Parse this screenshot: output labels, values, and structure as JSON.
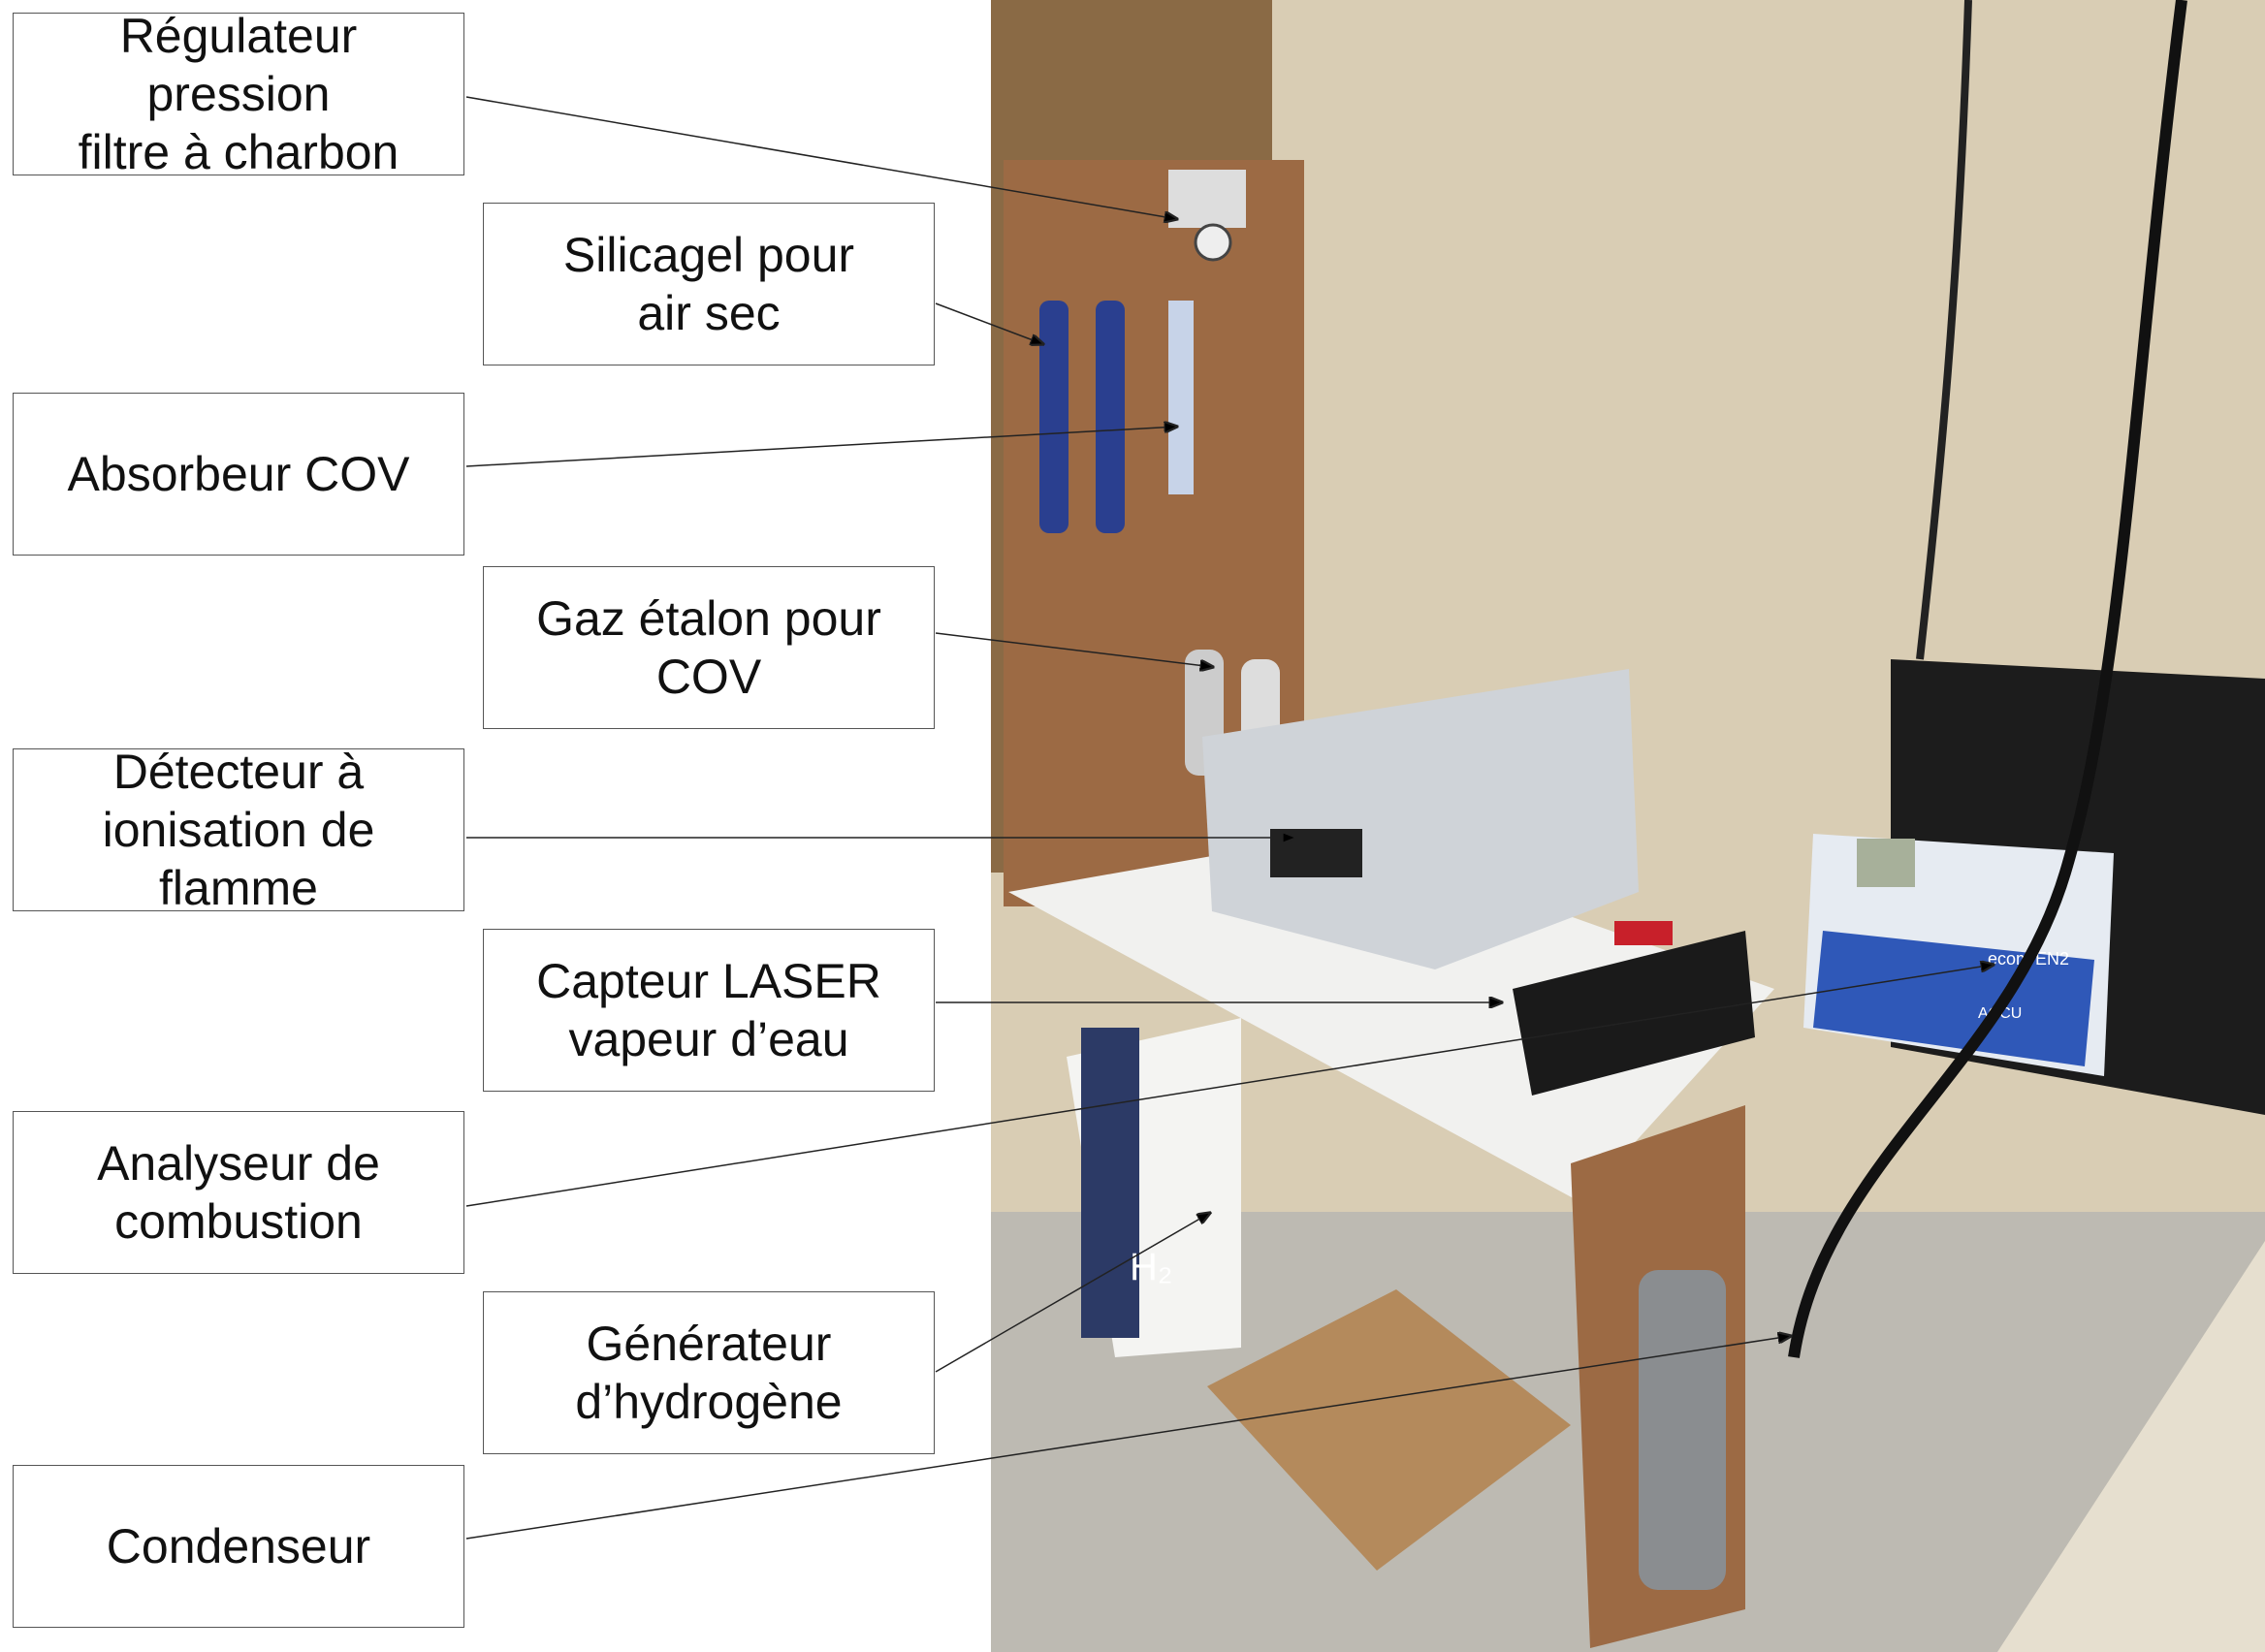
{
  "labels": [
    {
      "id": "regulateur",
      "text": "Régulateur\npression\nfiltre à charbon"
    },
    {
      "id": "silicagel",
      "text": "Silicagel pour\nair sec"
    },
    {
      "id": "absorbeur",
      "text": "Absorbeur COV"
    },
    {
      "id": "gaz-etalon",
      "text": "Gaz étalon pour\nCOV"
    },
    {
      "id": "fid",
      "text": "Détecteur à\nionisation de\nflamme"
    },
    {
      "id": "laser",
      "text": "Capteur LASER\nvapeur d’eau"
    },
    {
      "id": "analyseur",
      "text": "Analyseur de\ncombustion"
    },
    {
      "id": "generateur",
      "text": "Générateur\nd’hydrogène"
    },
    {
      "id": "condenseur",
      "text": "Condenseur"
    }
  ],
  "photo_text": {
    "h2": "H₂",
    "ecom": "ecom EN2",
    "accu": "ACCU"
  },
  "colors": {
    "wall": "#d9cdb4",
    "floor": "#bdbab2",
    "wood": "#9c6a44",
    "table": "#f1f1ef",
    "instrument": "#cfd3d8",
    "analyzer_blue": "#2f58b8"
  }
}
